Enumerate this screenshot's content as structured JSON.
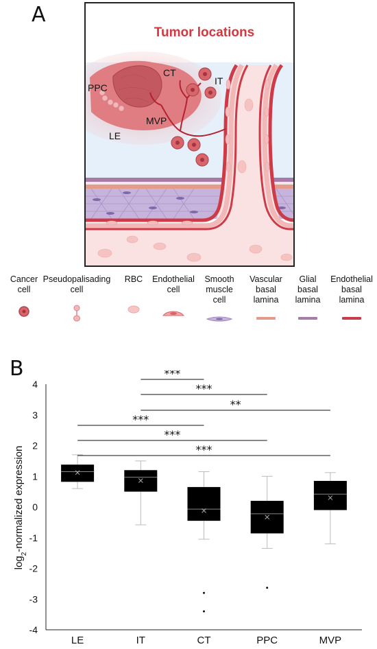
{
  "panel_a": {
    "letter": "A",
    "title": "Tumor locations",
    "labels": {
      "ct": "CT",
      "it": "IT",
      "ppc": "PPC",
      "mvp": "MVP",
      "le": "LE"
    },
    "colors": {
      "tumor": "#d96a70",
      "tumor_dark": "#b2464d",
      "vessel": "#cc3b47",
      "endothelium": "#f6c9c9",
      "interstitium": "#e6f0fb",
      "glial": "#a77aa8",
      "vascular": "#e59b8a",
      "muscle": "#b9a3cf",
      "rbc": "#f7c5c5"
    }
  },
  "legend": {
    "items": [
      {
        "label": "Cancer\ncell",
        "icon": "cancer-cell-icon"
      },
      {
        "label": "Pseudopalisading\ncell",
        "icon": "pseudopalisading-cell-icon"
      },
      {
        "label": "RBC",
        "icon": "rbc-icon"
      },
      {
        "label": "Endothelial\ncell",
        "icon": "endothelial-cell-icon"
      },
      {
        "label": "Smooth\nmuscle\ncell",
        "icon": "smooth-muscle-cell-icon"
      },
      {
        "label": "Vascular\nbasal\nlamina",
        "icon": "vascular-lamina-icon",
        "color": "#e59b8a"
      },
      {
        "label": "Glial\nbasal\nlamina",
        "icon": "glial-lamina-icon",
        "color": "#a77aa8"
      },
      {
        "label": "Endothelial\nbasal\nlamina",
        "icon": "endothelial-lamina-icon",
        "color": "#cc3b47"
      }
    ]
  },
  "panel_b": {
    "letter": "B"
  },
  "chart_data": {
    "type": "box",
    "ylabel_main": "log",
    "ylabel_sub": "2",
    "ylabel_rest": "-normalized expression",
    "ylim": [
      -4,
      4
    ],
    "yticks": [
      "4",
      "3",
      "2",
      "1",
      "0",
      "-1",
      "-2",
      "-3",
      "-4"
    ],
    "categories": [
      "LE",
      "IT",
      "CT",
      "PPC",
      "MVP"
    ],
    "boxes": [
      {
        "q1": 0.82,
        "median": 1.15,
        "q3": 1.38,
        "mean": 1.12,
        "whisker_low": 0.6,
        "whisker_high": 1.7,
        "outliers": []
      },
      {
        "q1": 0.5,
        "median": 0.97,
        "q3": 1.2,
        "mean": 0.86,
        "whisker_low": -0.58,
        "whisker_high": 1.5,
        "outliers": []
      },
      {
        "q1": -0.45,
        "median": -0.07,
        "q3": 0.65,
        "mean": -0.12,
        "whisker_low": -1.05,
        "whisker_high": 1.15,
        "outliers": [
          -2.8,
          -3.4
        ]
      },
      {
        "q1": -0.86,
        "median": -0.22,
        "q3": 0.2,
        "mean": -0.33,
        "whisker_low": -1.35,
        "whisker_high": 1.0,
        "outliers": [
          -2.63
        ]
      },
      {
        "q1": -0.1,
        "median": 0.42,
        "q3": 0.85,
        "mean": 0.3,
        "whisker_low": -1.2,
        "whisker_high": 1.12,
        "outliers": []
      }
    ],
    "significance": [
      {
        "from": 1,
        "to": 2,
        "label": "***"
      },
      {
        "from": 1,
        "to": 3,
        "label": "***"
      },
      {
        "from": 1,
        "to": 4,
        "label": "**"
      },
      {
        "from": 0,
        "to": 2,
        "label": "***"
      },
      {
        "from": 0,
        "to": 3,
        "label": "***"
      },
      {
        "from": 0,
        "to": 4,
        "label": "***"
      }
    ],
    "box_color": "#000000",
    "grid": false
  }
}
